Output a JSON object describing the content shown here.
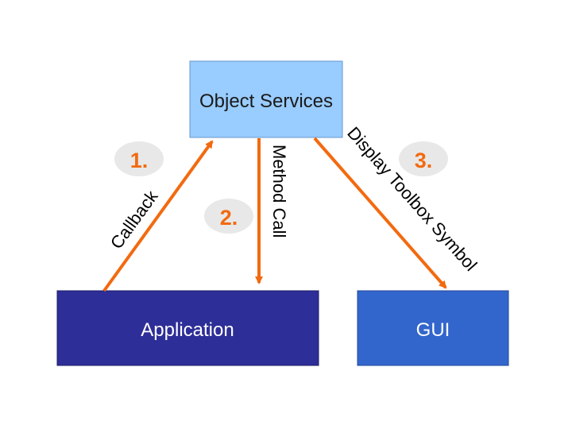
{
  "nodes": {
    "object_services": {
      "label": "Object Services",
      "fill": "#99ccff",
      "stroke": "#6699cc",
      "text_color": "#1a1a1a"
    },
    "application": {
      "label": "Application",
      "fill": "#2e2e99",
      "stroke": "#1f1f66",
      "text_color": "#ffffff"
    },
    "gui": {
      "label": "GUI",
      "fill": "#3366cc",
      "stroke": "#24479a",
      "text_color": "#ffffff"
    }
  },
  "edges": {
    "callback": {
      "label": "Callback",
      "step": "1."
    },
    "method_call": {
      "label": "Method Call",
      "step": "2."
    },
    "display_symbol": {
      "label": "Display Toolbox Symbol",
      "step": "3."
    }
  },
  "colors": {
    "arrow": "#f26a10",
    "step_text": "#f26a10",
    "step_badge": "#e8e8e8"
  }
}
